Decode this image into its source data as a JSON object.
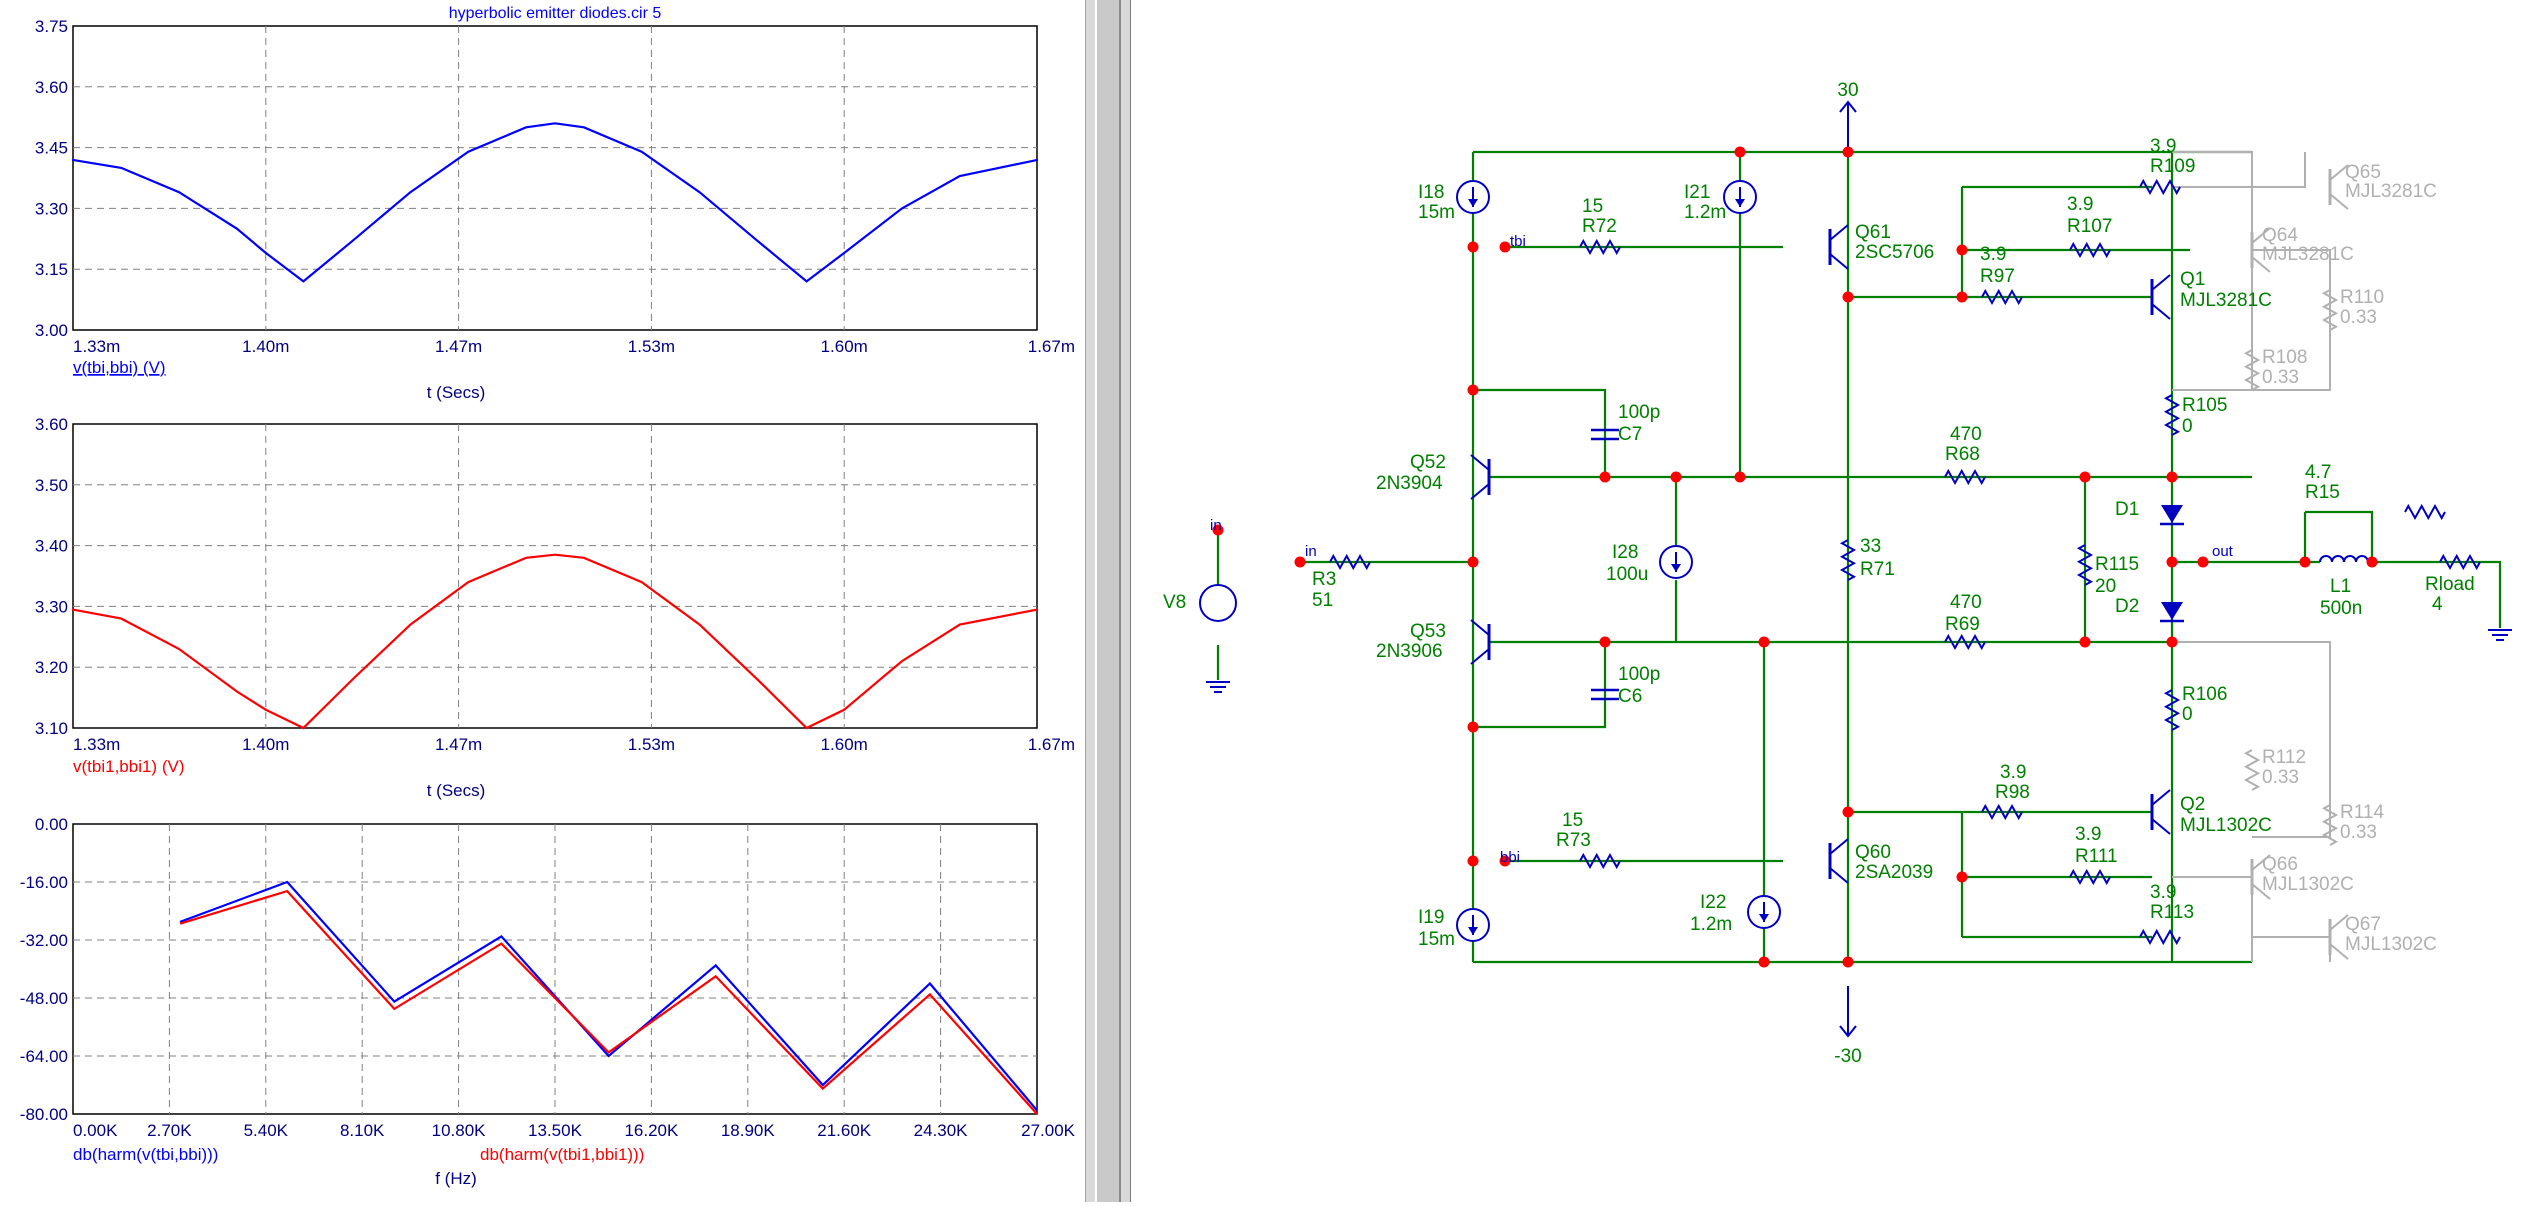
{
  "plot_title": "hyperbolic emitter diodes.cir 5",
  "chart_data": [
    {
      "type": "line",
      "name_panel": "top",
      "xlabel": "t (Secs)",
      "ylim": [
        3.0,
        3.75
      ],
      "yticks": [
        "3.75",
        "3.60",
        "3.45",
        "3.30",
        "3.15",
        "3.00"
      ],
      "xlim": [
        1.3333,
        1.6667
      ],
      "xticks": [
        "1.33m",
        "1.40m",
        "1.47m",
        "1.53m",
        "1.60m",
        "1.67m"
      ],
      "series": [
        {
          "name": "v(tbi,bbi) (V)",
          "color": "#0000ff",
          "x": [
            1.333,
            1.35,
            1.37,
            1.39,
            1.4,
            1.413,
            1.43,
            1.45,
            1.47,
            1.49,
            1.5,
            1.51,
            1.53,
            1.55,
            1.57,
            1.587,
            1.6,
            1.62,
            1.64,
            1.667
          ],
          "y": [
            3.42,
            3.4,
            3.34,
            3.25,
            3.19,
            3.12,
            3.22,
            3.34,
            3.44,
            3.5,
            3.51,
            3.5,
            3.44,
            3.34,
            3.22,
            3.12,
            3.19,
            3.3,
            3.38,
            3.42
          ]
        }
      ]
    },
    {
      "type": "line",
      "name_panel": "middle",
      "xlabel": "t (Secs)",
      "ylim": [
        3.1,
        3.6
      ],
      "yticks": [
        "3.60",
        "3.50",
        "3.40",
        "3.30",
        "3.20",
        "3.10"
      ],
      "xlim": [
        1.3333,
        1.6667
      ],
      "xticks": [
        "1.33m",
        "1.40m",
        "1.47m",
        "1.53m",
        "1.60m",
        "1.67m"
      ],
      "series": [
        {
          "name": "v(tbi1,bbi1) (V)",
          "color": "#ff0000",
          "x": [
            1.333,
            1.35,
            1.37,
            1.39,
            1.4,
            1.413,
            1.43,
            1.45,
            1.47,
            1.49,
            1.5,
            1.51,
            1.53,
            1.55,
            1.57,
            1.587,
            1.6,
            1.62,
            1.64,
            1.667
          ],
          "y": [
            3.295,
            3.28,
            3.23,
            3.16,
            3.13,
            3.1,
            3.18,
            3.27,
            3.34,
            3.38,
            3.385,
            3.38,
            3.34,
            3.27,
            3.18,
            3.1,
            3.13,
            3.21,
            3.27,
            3.295
          ]
        }
      ]
    },
    {
      "type": "line",
      "name_panel": "bottom",
      "xlabel": "f (Hz)",
      "ylim": [
        -80,
        0
      ],
      "yticks": [
        "0.00",
        "-16.00",
        "-32.00",
        "-48.00",
        "-64.00",
        "-80.00"
      ],
      "xlim": [
        0,
        27000
      ],
      "xticks": [
        "0.00K",
        "2.70K",
        "5.40K",
        "8.10K",
        "10.80K",
        "13.50K",
        "16.20K",
        "18.90K",
        "21.60K",
        "24.30K",
        "27.00K"
      ],
      "series": [
        {
          "name": "db(harm(v(tbi,bbi)))",
          "color": "#0000ff",
          "x": [
            3000,
            6000,
            9000,
            12000,
            15000,
            18000,
            21000,
            24000,
            27000
          ],
          "y": [
            -27,
            -16,
            -49,
            -31,
            -64,
            -39,
            -72,
            -44,
            -79
          ]
        },
        {
          "name": "db(harm(v(tbi1,bbi1)))",
          "color": "#ff0000",
          "x": [
            3000,
            6000,
            9000,
            12000,
            15000,
            18000,
            21000,
            24000,
            27000
          ],
          "y": [
            -27.5,
            -18.5,
            -51,
            -33,
            -63,
            -42,
            -73,
            -47,
            -80
          ]
        }
      ]
    }
  ],
  "schematic": {
    "colors": {
      "wire": "#008000",
      "component": "#0000c0",
      "label": "#008000",
      "node": "#ff0000",
      "ghost": "#b0b0b0"
    },
    "labels": [
      {
        "id": "vpos",
        "text": "30"
      },
      {
        "id": "vneg",
        "text": "-30"
      },
      {
        "id": "i18a",
        "text": "I18"
      },
      {
        "id": "i18b",
        "text": "15m"
      },
      {
        "id": "i21a",
        "text": "I21"
      },
      {
        "id": "i21b",
        "text": "1.2m"
      },
      {
        "id": "r72a",
        "text": "15"
      },
      {
        "id": "r72b",
        "text": "R72"
      },
      {
        "id": "q61a",
        "text": "Q61"
      },
      {
        "id": "q61b",
        "text": "2SC5706"
      },
      {
        "id": "r109a",
        "text": "3.9"
      },
      {
        "id": "r109b",
        "text": "R109"
      },
      {
        "id": "r107a",
        "text": "3.9"
      },
      {
        "id": "r107b",
        "text": "R107"
      },
      {
        "id": "r97a",
        "text": "3.9"
      },
      {
        "id": "r97b",
        "text": "R97"
      },
      {
        "id": "q1a",
        "text": "Q1"
      },
      {
        "id": "q1b",
        "text": "MJL3281C"
      },
      {
        "id": "q65a",
        "text": "Q65"
      },
      {
        "id": "q65b",
        "text": "MJL3281C"
      },
      {
        "id": "q64a",
        "text": "Q64"
      },
      {
        "id": "q64b",
        "text": "MJL3281C"
      },
      {
        "id": "r110a",
        "text": "R110"
      },
      {
        "id": "r110b",
        "text": "0.33"
      },
      {
        "id": "r108a",
        "text": "R108"
      },
      {
        "id": "r108b",
        "text": "0.33"
      },
      {
        "id": "r105a",
        "text": "R105"
      },
      {
        "id": "r105b",
        "text": "0"
      },
      {
        "id": "c7a",
        "text": "100p"
      },
      {
        "id": "c7b",
        "text": "C7"
      },
      {
        "id": "q52a",
        "text": "Q52"
      },
      {
        "id": "q52b",
        "text": "2N3904"
      },
      {
        "id": "r68a",
        "text": "470"
      },
      {
        "id": "r68b",
        "text": "R68"
      },
      {
        "id": "d1",
        "text": "D1"
      },
      {
        "id": "r15a",
        "text": "4.7"
      },
      {
        "id": "r15b",
        "text": "R15"
      },
      {
        "id": "in1",
        "text": "in"
      },
      {
        "id": "in2",
        "text": "in"
      },
      {
        "id": "i28a",
        "text": "I28"
      },
      {
        "id": "i28b",
        "text": "100u"
      },
      {
        "id": "r71a",
        "text": "33"
      },
      {
        "id": "r71b",
        "text": "R71"
      },
      {
        "id": "r115a",
        "text": "R115"
      },
      {
        "id": "r115b",
        "text": "20"
      },
      {
        "id": "out",
        "text": "out"
      },
      {
        "id": "l1a",
        "text": "L1"
      },
      {
        "id": "l1b",
        "text": "500n"
      },
      {
        "id": "rloada",
        "text": "Rload"
      },
      {
        "id": "rloadb",
        "text": "4"
      },
      {
        "id": "v8",
        "text": "V8"
      },
      {
        "id": "r3a",
        "text": "R3"
      },
      {
        "id": "r3b",
        "text": "51"
      },
      {
        "id": "q53a",
        "text": "Q53"
      },
      {
        "id": "q53b",
        "text": "2N3906"
      },
      {
        "id": "r69a",
        "text": "470"
      },
      {
        "id": "r69b",
        "text": "R69"
      },
      {
        "id": "d2",
        "text": "D2"
      },
      {
        "id": "c6a",
        "text": "100p"
      },
      {
        "id": "c6b",
        "text": "C6"
      },
      {
        "id": "r106a",
        "text": "R106"
      },
      {
        "id": "r106b",
        "text": "0"
      },
      {
        "id": "r112a",
        "text": "R112"
      },
      {
        "id": "r112b",
        "text": "0.33"
      },
      {
        "id": "r114a",
        "text": "R114"
      },
      {
        "id": "r114b",
        "text": "0.33"
      },
      {
        "id": "r98a",
        "text": "3.9"
      },
      {
        "id": "r98b",
        "text": "R98"
      },
      {
        "id": "q2a",
        "text": "Q2"
      },
      {
        "id": "q2b",
        "text": "MJL1302C"
      },
      {
        "id": "r73a",
        "text": "15"
      },
      {
        "id": "r73b",
        "text": "R73"
      },
      {
        "id": "q60a",
        "text": "Q60"
      },
      {
        "id": "q60b",
        "text": "2SA2039"
      },
      {
        "id": "r111a",
        "text": "3.9"
      },
      {
        "id": "r111b",
        "text": "R111"
      },
      {
        "id": "q66a",
        "text": "Q66"
      },
      {
        "id": "q66b",
        "text": "MJL1302C"
      },
      {
        "id": "r113a",
        "text": "3.9"
      },
      {
        "id": "r113b",
        "text": "R113"
      },
      {
        "id": "q67a",
        "text": "Q67"
      },
      {
        "id": "q67b",
        "text": "MJL1302C"
      },
      {
        "id": "i22a",
        "text": "I22"
      },
      {
        "id": "i22b",
        "text": "1.2m"
      },
      {
        "id": "i19a",
        "text": "I19"
      },
      {
        "id": "i19b",
        "text": "15m"
      },
      {
        "id": "tbi",
        "text": "tbi"
      },
      {
        "id": "bbi",
        "text": "bbi"
      }
    ]
  }
}
